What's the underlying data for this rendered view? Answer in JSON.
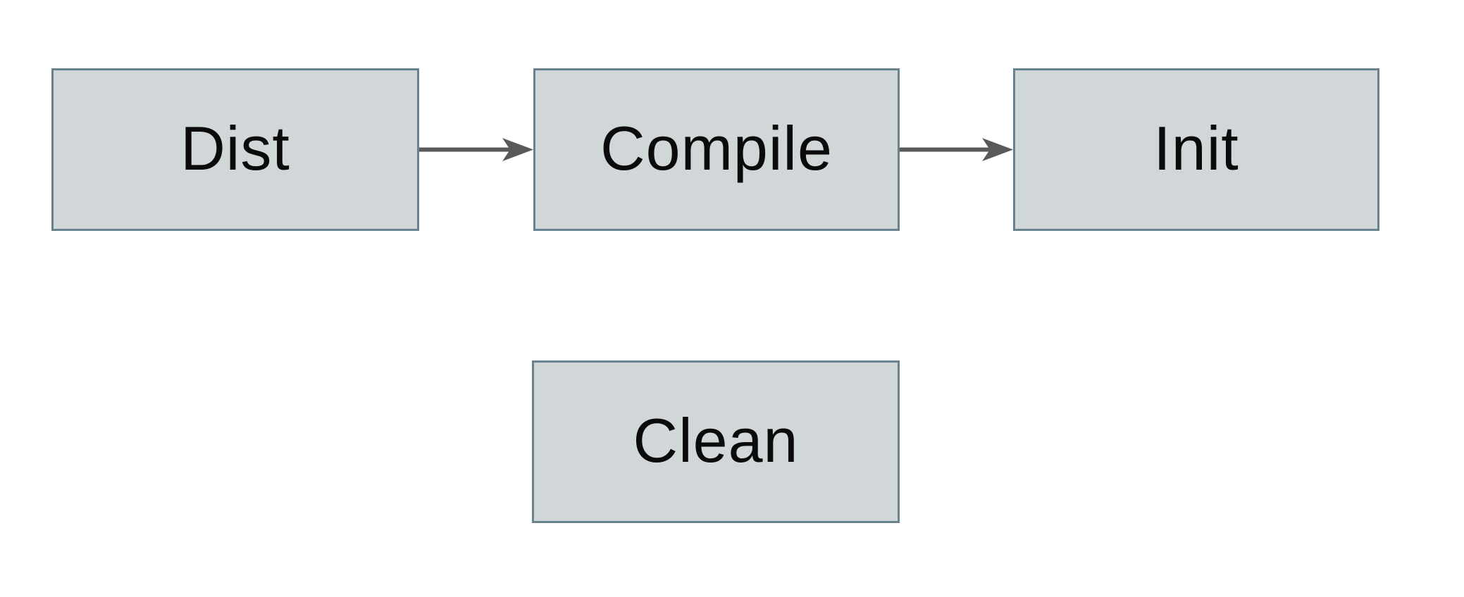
{
  "style": {
    "canvas_bg": "#ffffff",
    "node_fill": "#d1d7d9",
    "node_border": "#68828f",
    "node_text": "#0b0b0b",
    "arrow_color": "#595959"
  },
  "nodes": [
    {
      "id": "dist",
      "label": "Dist"
    },
    {
      "id": "compile",
      "label": "Compile"
    },
    {
      "id": "init",
      "label": "Init"
    },
    {
      "id": "clean",
      "label": "Clean"
    }
  ],
  "edges": [
    {
      "from": "Dist",
      "to": "Compile",
      "style": "solid",
      "arrowhead": "barbed-right"
    },
    {
      "from": "Compile",
      "to": "Init",
      "style": "solid",
      "arrowhead": "barbed-right"
    }
  ]
}
